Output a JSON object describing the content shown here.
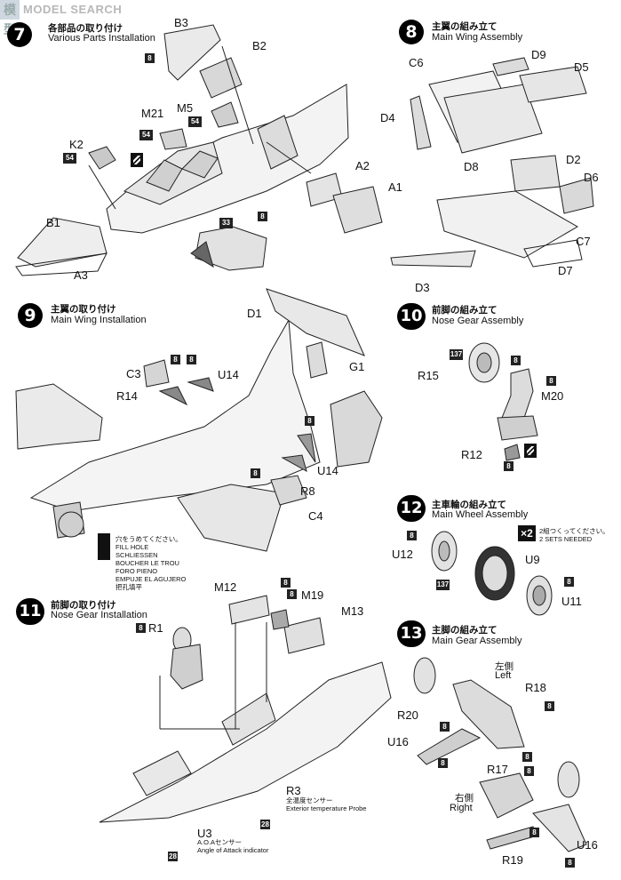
{
  "watermark": {
    "cjk": "模型",
    "text": "MODEL SEARCH"
  },
  "steps": [
    {
      "num": "7",
      "jp": "各部品の取り付け",
      "en": "Various Parts Installation"
    },
    {
      "num": "8",
      "jp": "主翼の組み立て",
      "en": "Main Wing Assembly"
    },
    {
      "num": "9",
      "jp": "主翼の取り付け",
      "en": "Main Wing Installation"
    },
    {
      "num": "10",
      "jp": "前脚の組み立て",
      "en": "Nose Gear Assembly"
    },
    {
      "num": "11",
      "jp": "前脚の取り付け",
      "en": "Nose Gear Installation"
    },
    {
      "num": "12",
      "jp": "主車輪の組み立て",
      "en": "Main Wheel Assembly"
    },
    {
      "num": "13",
      "jp": "主脚の組み立て",
      "en": "Main Gear Assembly"
    }
  ],
  "labels": {
    "b3": "B3",
    "b2": "B2",
    "m21": "M21",
    "m5": "M5",
    "k2": "K2",
    "a2": "A2",
    "a1": "A1",
    "b1": "B1",
    "a3": "A3",
    "c6": "C6",
    "d9": "D9",
    "d5": "D5",
    "d4": "D4",
    "d8": "D8",
    "d2": "D2",
    "d6": "D6",
    "c7": "C7",
    "d7": "D7",
    "d3": "D3",
    "d1": "D1",
    "g1": "G1",
    "c3": "C3",
    "u14a": "U14",
    "r14": "R14",
    "u14b": "U14",
    "r8": "R8",
    "c4": "C4",
    "r15": "R15",
    "m20": "M20",
    "r12": "R12",
    "u12": "U12",
    "u9": "U9",
    "u11": "U11",
    "m12": "M12",
    "m19": "M19",
    "m13": "M13",
    "r1": "R1",
    "r3": "R3",
    "u3": "U3",
    "r18": "R18",
    "r20": "R20",
    "u16a": "U16",
    "r17": "R17",
    "r19": "R19",
    "u16b": "U16"
  },
  "badges": {
    "n8": "8",
    "n54": "54",
    "n33": "33",
    "n137": "137",
    "n28": "28"
  },
  "fill_hole": [
    "穴をうめてください。",
    "FILL HOLE",
    "SCHLIESSEN",
    "BOUCHER LE TROU",
    "FORO PIENO",
    "EMPUJE EL AGUJERO",
    "把孔填平"
  ],
  "two_sets": {
    "mult": "×2",
    "jp": "2組つくってください。",
    "en": "2 SETS NEEDED"
  },
  "sensor_temp": {
    "jp": "全温度センサー",
    "en": "Exterior temperature Probe"
  },
  "sensor_aoa": {
    "jp": "A.O.Aセンサー",
    "en": "Angle of Attack indicator"
  },
  "left_side": {
    "jp": "左側",
    "en": "Left"
  },
  "right_side": {
    "jp": "右側",
    "en": "Right"
  }
}
